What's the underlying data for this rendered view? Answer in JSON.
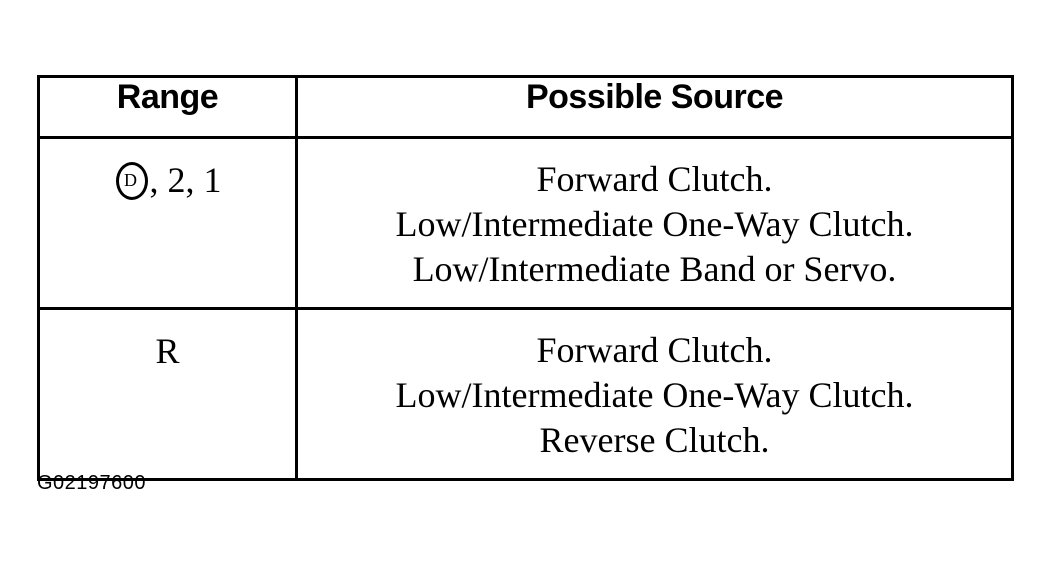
{
  "table": {
    "headers": {
      "range": "Range",
      "source": "Possible Source"
    },
    "rows": [
      {
        "range_symbol": "D",
        "range_suffix": ", 2, 1",
        "sources": [
          "Forward Clutch.",
          "Low/Intermediate One-Way Clutch.",
          "Low/Intermediate Band or Servo."
        ]
      },
      {
        "range_symbol": "",
        "range_suffix": "R",
        "sources": [
          "Forward Clutch.",
          "Low/Intermediate One-Way Clutch.",
          "Reverse Clutch."
        ]
      }
    ]
  },
  "figure_id": "G02197600"
}
